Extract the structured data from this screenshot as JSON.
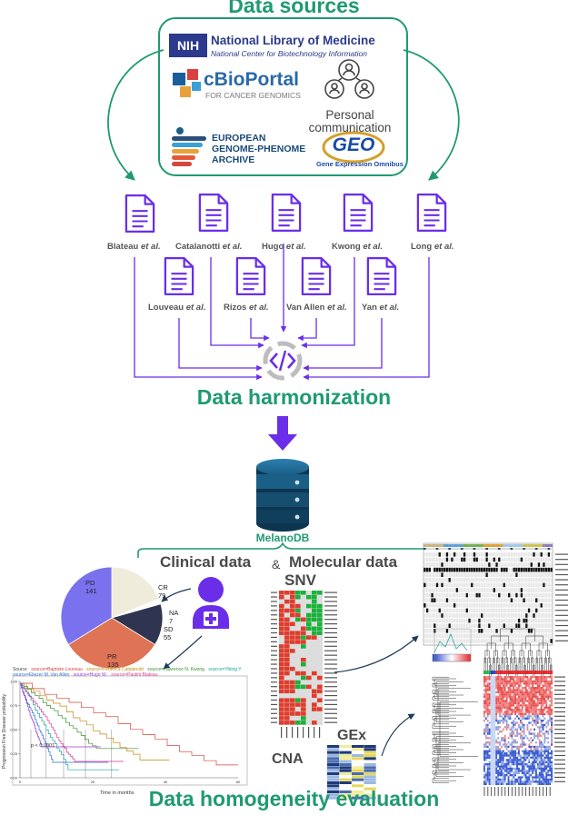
{
  "titles": {
    "data_sources": "Data sources",
    "harmonization": "Data harmonization",
    "homogeneity": "Data homogeneity evaluation",
    "database": "MelanoDB"
  },
  "sources": {
    "nih": {
      "badge": "NIH",
      "name": "National Library of Medicine",
      "sub": "National Center for Biotechnology Information"
    },
    "cbio": {
      "name": "cBioPortal",
      "sub": "FOR CANCER GENOMICS"
    },
    "personal": {
      "line1": "Personal",
      "line2": "communication"
    },
    "ega": {
      "line1": "EUROPEAN",
      "line2": "GENOME-PHENOME",
      "line3": "ARCHIVE"
    },
    "geo": {
      "name": "GEO",
      "sub": "Gene Expression Omnibus"
    }
  },
  "papers": [
    {
      "author": "Blateau",
      "suffix": "et al."
    },
    {
      "author": "Catalanotti",
      "suffix": "et al."
    },
    {
      "author": "Hugo",
      "suffix": "et al."
    },
    {
      "author": "Kwong",
      "suffix": "et al."
    },
    {
      "author": "Long",
      "suffix": "et al."
    },
    {
      "author": "Louveau",
      "suffix": "et al."
    },
    {
      "author": "Rizos",
      "suffix": "et al."
    },
    {
      "author": "Van Allen",
      "suffix": "et al."
    },
    {
      "author": "Yan",
      "suffix": "et al."
    }
  ],
  "sections": {
    "clinical": "Clinical data",
    "amp": "&",
    "molecular": "Molecular data",
    "snv": "SNV",
    "gex": "GEx",
    "cna": "CNA"
  },
  "colors": {
    "accent_green": "#1f9a73",
    "purple": "#6a2ee8",
    "db_blue": "#1a5f86"
  },
  "pie": {
    "slices": [
      {
        "label": "CR",
        "value": 79,
        "color": "#efecdc"
      },
      {
        "label": "NA",
        "value": 7,
        "color": "#ffffff"
      },
      {
        "label": "SD",
        "value": 55,
        "color": "#2f3550"
      },
      {
        "label": "PR",
        "value": 135,
        "color": "#de7355"
      },
      {
        "label": "PD",
        "value": 141,
        "color": "#7a71ef"
      }
    ]
  },
  "km": {
    "legend": [
      {
        "text": "Source",
        "color": "#444444"
      },
      {
        "text": "source=Baptiste Louveau",
        "color": "#d6463a"
      },
      {
        "text": "source=Federica Catalanotti",
        "color": "#c48a12"
      },
      {
        "text": "source=Lawrence N. Kwong",
        "color": "#3b8f2d"
      },
      {
        "text": "source=Yibing Y",
        "color": "#1aa39a"
      },
      {
        "text": "source=Eliezer M. Van Allen",
        "color": "#2f6fd6"
      },
      {
        "text": "source=Hugo W.",
        "color": "#9b3bd6"
      },
      {
        "text": "source=Paulini Blateau",
        "color": "#d63b9a"
      }
    ],
    "ylabel": "Progression Free Disease probability",
    "xlabel": "Time in months",
    "pvalue": "p < 0.0001",
    "xticks": [
      "0",
      "20",
      "40",
      "60"
    ],
    "yticks": [
      "0.00",
      "0.25",
      "0.50",
      "0.75",
      "1.00"
    ]
  }
}
